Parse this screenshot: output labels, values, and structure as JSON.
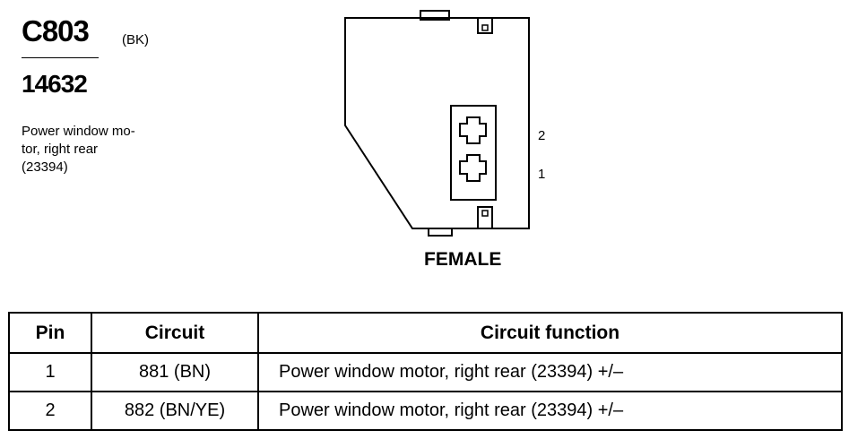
{
  "header": {
    "connector_id": "C803",
    "color_code": "(BK)",
    "part_number": "14632",
    "description_lines": [
      "Power window mo-",
      "tor, right rear",
      "(23394)"
    ]
  },
  "diagram": {
    "pin_labels": [
      "2",
      "1"
    ],
    "gender": "FEMALE"
  },
  "table": {
    "headers": [
      "Pin",
      "Circuit",
      "Circuit function"
    ],
    "rows": [
      {
        "pin": "1",
        "circuit": "881 (BN)",
        "function": "Power window motor, right rear (23394) +/–"
      },
      {
        "pin": "2",
        "circuit": "882 (BN/YE)",
        "function": "Power window motor, right rear (23394) +/–"
      }
    ]
  }
}
